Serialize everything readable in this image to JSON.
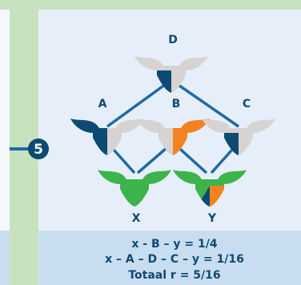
{
  "step": {
    "number": "5"
  },
  "nodes": {
    "D": {
      "label": "D"
    },
    "A": {
      "label": "A"
    },
    "B": {
      "label": "B"
    },
    "C": {
      "label": "C"
    },
    "X": {
      "label": "X"
    },
    "Y": {
      "label": "Y"
    }
  },
  "formulas": {
    "line1": "x - B – y = 1/4",
    "line2": "x – A – D – C – y = 1/16",
    "line3": "Totaal r = 5/16"
  },
  "colors": {
    "page_background": "#ffffff",
    "panel_background": "#e6eff9",
    "formula_background": "#c9ddf0",
    "vertical_bar": "#c8e2bf",
    "top_bar": "#c8e2bf",
    "navy": "#0d4a73",
    "line_blue": "#1f6aa6",
    "orange": "#f58220",
    "green": "#3cb44b",
    "grey": "#d6d3d2"
  }
}
